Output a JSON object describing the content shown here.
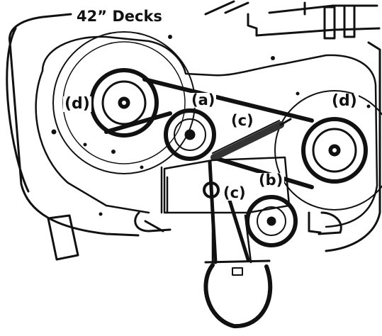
{
  "diagram": {
    "title": "42” Decks",
    "labels": {
      "mandrel_belt": "(a)",
      "idler_pulley": "(b)",
      "tension_spring": "(c)",
      "drive_belt": "(c)",
      "left_mandrel": "(d)",
      "right_mandrel": "(d)"
    }
  },
  "colors": {
    "ink": "#111111",
    "paper": "#ffffff",
    "shade": "#555555"
  }
}
